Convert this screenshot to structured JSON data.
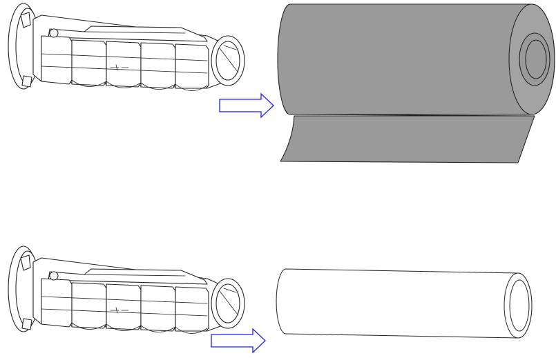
{
  "figure": {
    "steps": [
      {
        "spindle": "ribbon-spindle",
        "target": "ribbon-roll"
      },
      {
        "spindle": "ribbon-spindle",
        "target": "empty-core"
      }
    ]
  },
  "colors": {
    "ribbon_fill": "#9a9a9a",
    "ribbon_dark": "#8a8a8a",
    "outline": "#222222",
    "arrow_stroke": "#1a1aff",
    "background": "#ffffff"
  },
  "icons": {
    "spindle": "ribbon-spindle-icon",
    "arrow": "right-arrow-icon",
    "roll": "ribbon-roll-icon",
    "core": "paper-core-icon"
  }
}
